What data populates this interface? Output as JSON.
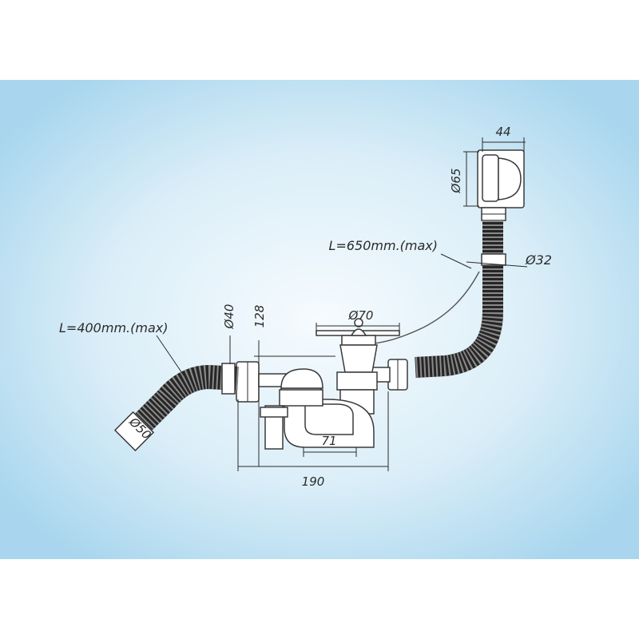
{
  "labels": {
    "overflow_width": "44",
    "overflow_diameter": "Ø65",
    "cable_length": "L=650mm.(max)",
    "overflow_hose_diameter": "Ø32",
    "outlet_hose_length": "L=400mm.(max)",
    "outlet_diameter": "Ø40",
    "height": "128",
    "drain_diameter": "Ø70",
    "offset": "71",
    "total_width": "190",
    "hose_end_diameter": "Ø50"
  },
  "colors": {
    "background_center": "#f6fbfe",
    "background_edge": "#a9d6ee",
    "line": "#2b2b2b",
    "hose": "#262626"
  }
}
